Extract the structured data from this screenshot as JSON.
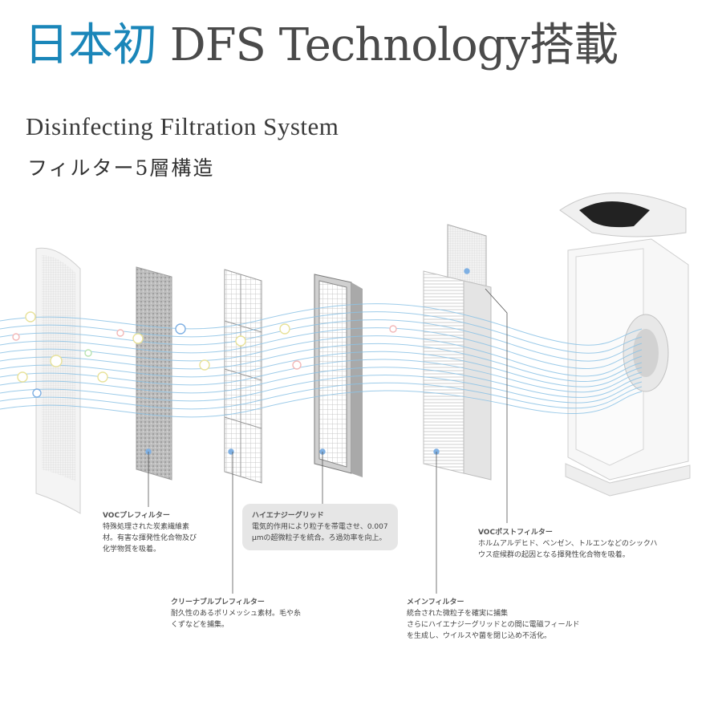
{
  "header": {
    "title_accent": "日本初",
    "title_rest": " DFS Technology搭載",
    "subtitle": "Disinfecting Filtration System",
    "subtitle_jp": "フィルター5層構造"
  },
  "colors": {
    "accent": "#1a86b9",
    "text": "#4a4a4a",
    "airflow": "#8cc3e6"
  },
  "annotations": {
    "voc_pre": {
      "title": "VOCプレフィルター",
      "body": "特殊処理された炭素繊維素\n材。有害な揮発性化合物及び\n化学物質を吸着。"
    },
    "cleanable_pre": {
      "title": "クリーナブルプレフィルター",
      "body": "耐久性のあるポリメッシュ素材。毛や糸\nくずなどを捕集。"
    },
    "high_energy_grid": {
      "title": "ハイエナジーグリッド",
      "body": "電気的作用により粒子を帯電させ、0.007\nμmの超微粒子を統合。ろ過効率を向上。"
    },
    "main_filter": {
      "title": "メインフィルター",
      "body": "統合された微粒子を確実に捕集\nさらにハイエナジーグリッドとの間に電磁フィールド\nを生成し、ウイルスや菌を閉じ込め不活化。"
    },
    "voc_post": {
      "title": "VOCポストフィルター",
      "body": "ホルムアルデヒド、ベンゼン、トルエンなどのシックハ\nウス症候群の起因となる揮発性化合物を吸着。"
    }
  }
}
